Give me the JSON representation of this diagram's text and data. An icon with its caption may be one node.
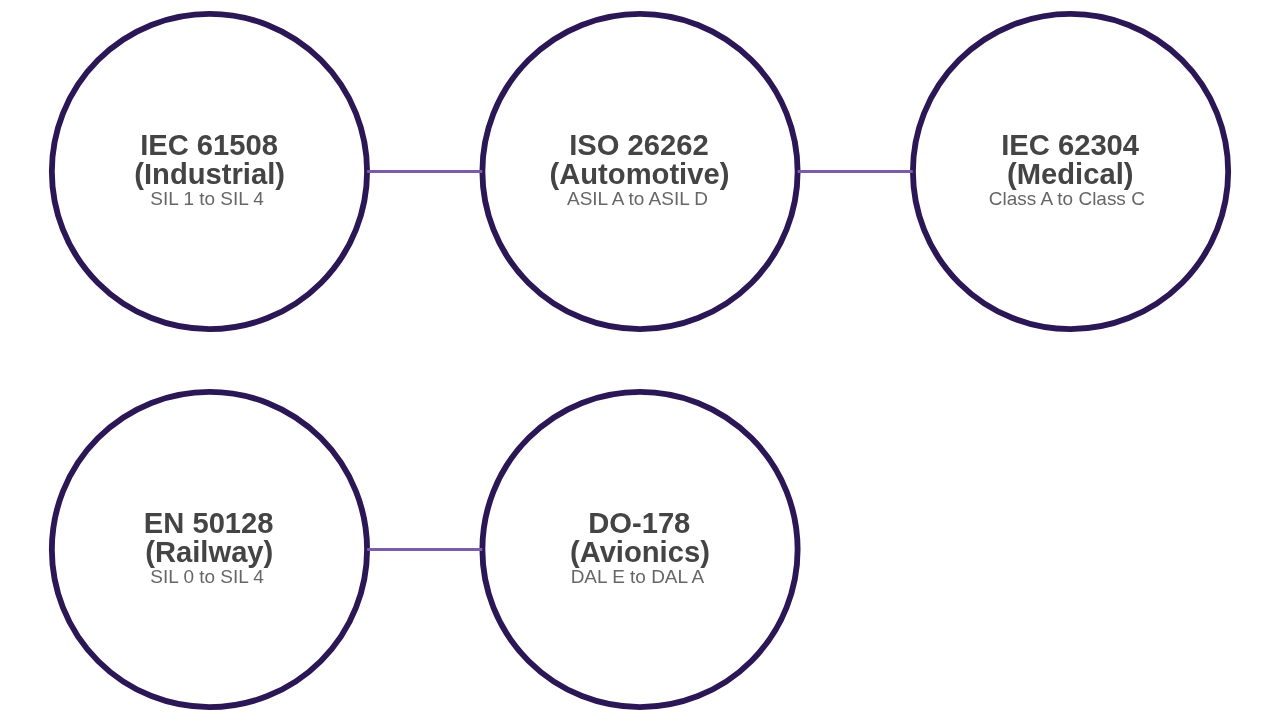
{
  "diagram": {
    "nodes": [
      {
        "text": [
          "IEC 61508 (Industrial)",
          "SIL 1 to SIL 4"
        ]
      },
      {
        "text": [
          "ISO 26262 (Automotive)",
          "ASIL A to ASIL D"
        ]
      },
      {
        "text": [
          "IEC 62304 (Medical)",
          "Class A to Class C"
        ]
      },
      {
        "text": [
          "EN 50128 (Railway)",
          "SIL 0 to SIL 4"
        ]
      },
      {
        "text": [
          "DO-178 (Avionics)",
          "DAL E to DAL A"
        ]
      }
    ],
    "edges": [
      {
        "from": 0,
        "to": 1,
        "arrow": "none"
      },
      {
        "from": 1,
        "to": 2,
        "arrow": "none"
      },
      {
        "from": 3,
        "to": 4,
        "arrow": "none"
      }
    ]
  }
}
